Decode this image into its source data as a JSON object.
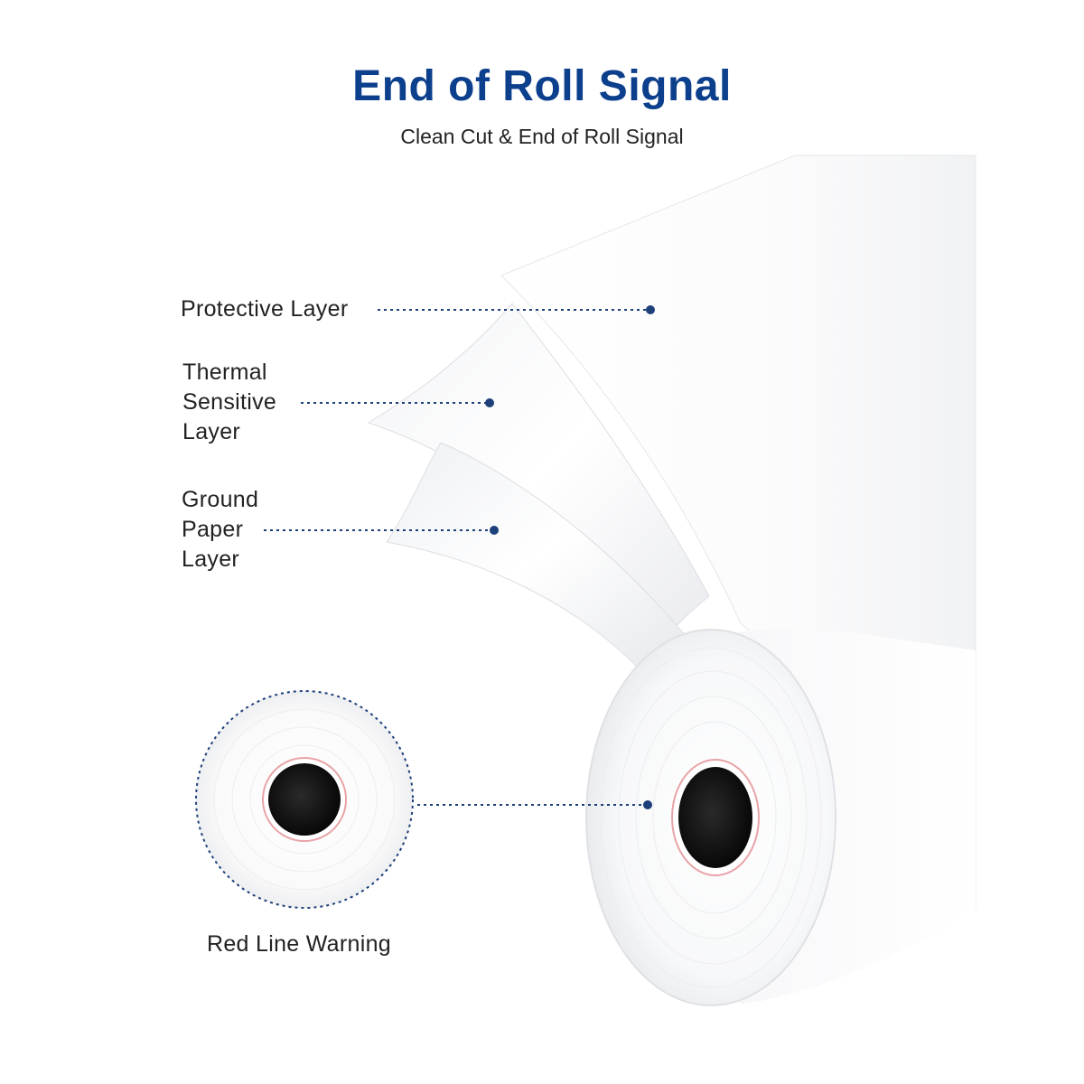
{
  "header": {
    "title": "End of Roll Signal",
    "subtitle": "Clean Cut & End of Roll Signal"
  },
  "callouts": {
    "protective_layer": "Protective Layer",
    "thermal_layer": "Thermal\nSensitive\nLayer",
    "ground_layer": "Ground\nPaper\nLayer",
    "red_line_warning": "Red Line Warning"
  },
  "colors": {
    "title": "#0c3f8c",
    "callout_line": "#1d3f7a",
    "warning_ring": "#e8a3a8",
    "core": "#111111",
    "paper_shadow": "#e4e6ea"
  }
}
